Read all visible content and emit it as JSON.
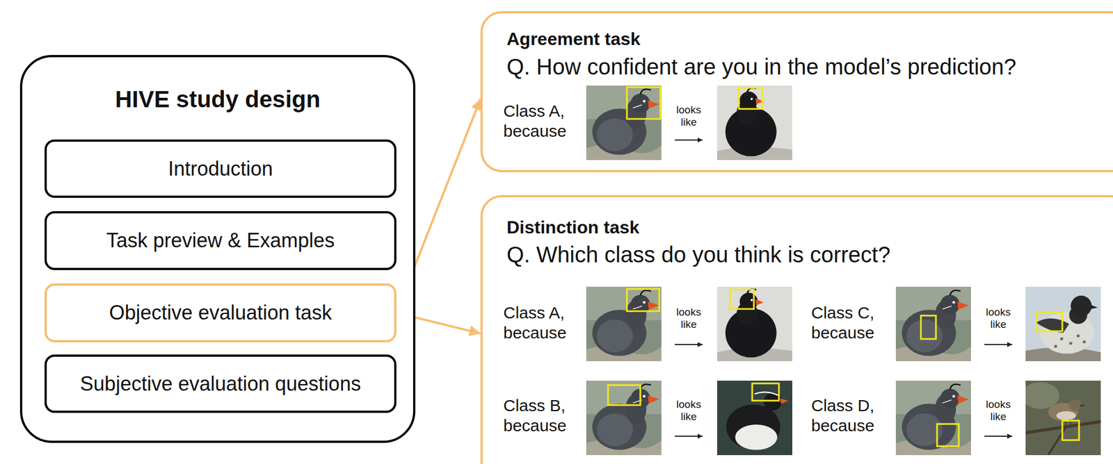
{
  "diagram": {
    "nodes": [
      {
        "text": [
          "HIVE study design"
        ]
      },
      {
        "text": [
          "Introduction"
        ],
        "in": 0
      },
      {
        "text": [
          "Task preview & Examples"
        ],
        "in": 0
      },
      {
        "text": [
          "Objective evaluation task"
        ],
        "in": 0
      },
      {
        "text": [
          "Subjective evaluation questions"
        ],
        "in": 0
      },
      {
        "text": [
          "Agreement task",
          "Q. How confident are you in the model’s prediction?"
        ]
      },
      {
        "text": [
          "Distinction task",
          "Q. Which class do you think is correct?"
        ]
      }
    ],
    "edges": [
      {
        "from": 3,
        "to": 5,
        "arrow": "to"
      },
      {
        "from": 3,
        "to": 6,
        "arrow": "to"
      }
    ],
    "labels": [
      "Class A, because",
      "looks like",
      "Class A, because",
      "looks like",
      "Class C, because",
      "looks like",
      "Class B, because",
      "looks like",
      "Class D, because",
      "looks like"
    ]
  }
}
